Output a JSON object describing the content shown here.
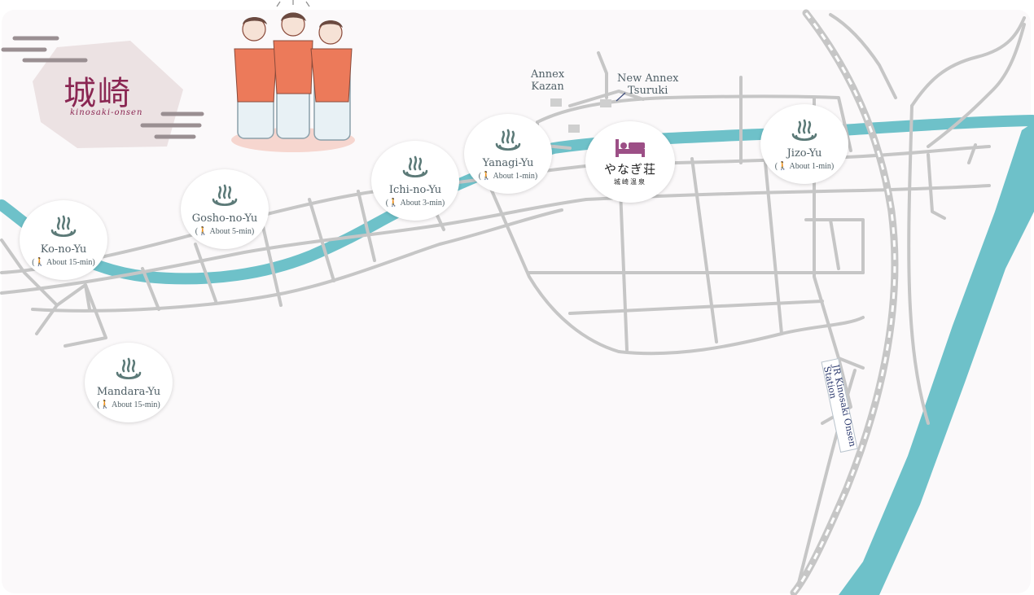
{
  "logo": {
    "kanji": "城崎",
    "romaji": "kinosaki-onsen"
  },
  "annexes": [
    {
      "name": "Annex Kazan",
      "lines": [
        "Annex",
        "Kazan"
      ]
    },
    {
      "name": "New Annex Tsuruki",
      "lines": [
        "New Annex",
        "Tsuruki"
      ]
    }
  ],
  "hotel": {
    "name": "やなぎ荘",
    "sub": "城崎温泉",
    "icon": "bed-icon",
    "color": "#9c4f86"
  },
  "onsens": [
    {
      "name": "Ko-no-Yu",
      "walk": "About 15-min"
    },
    {
      "name": "Gosho-no-Yu",
      "walk": "About 5-min"
    },
    {
      "name": "Ichi-no-Yu",
      "walk": "About 3-min"
    },
    {
      "name": "Yanagi-Yu",
      "walk": "About 1-min"
    },
    {
      "name": "Jizo-Yu",
      "walk": "About 1-min"
    },
    {
      "name": "Mandara-Yu",
      "walk": "About 15-min"
    }
  ],
  "station": {
    "lines": [
      "JR Kinosaki Onsen",
      "Station"
    ]
  },
  "icons": {
    "onsen": "hot-spring-icon",
    "walk": "walking-person-icon"
  },
  "colors": {
    "river": "#6ec1c9",
    "road": "#c6c6c6",
    "background": "#fbf9fa",
    "brand": "#8a2652",
    "text": "#4f5f66"
  }
}
